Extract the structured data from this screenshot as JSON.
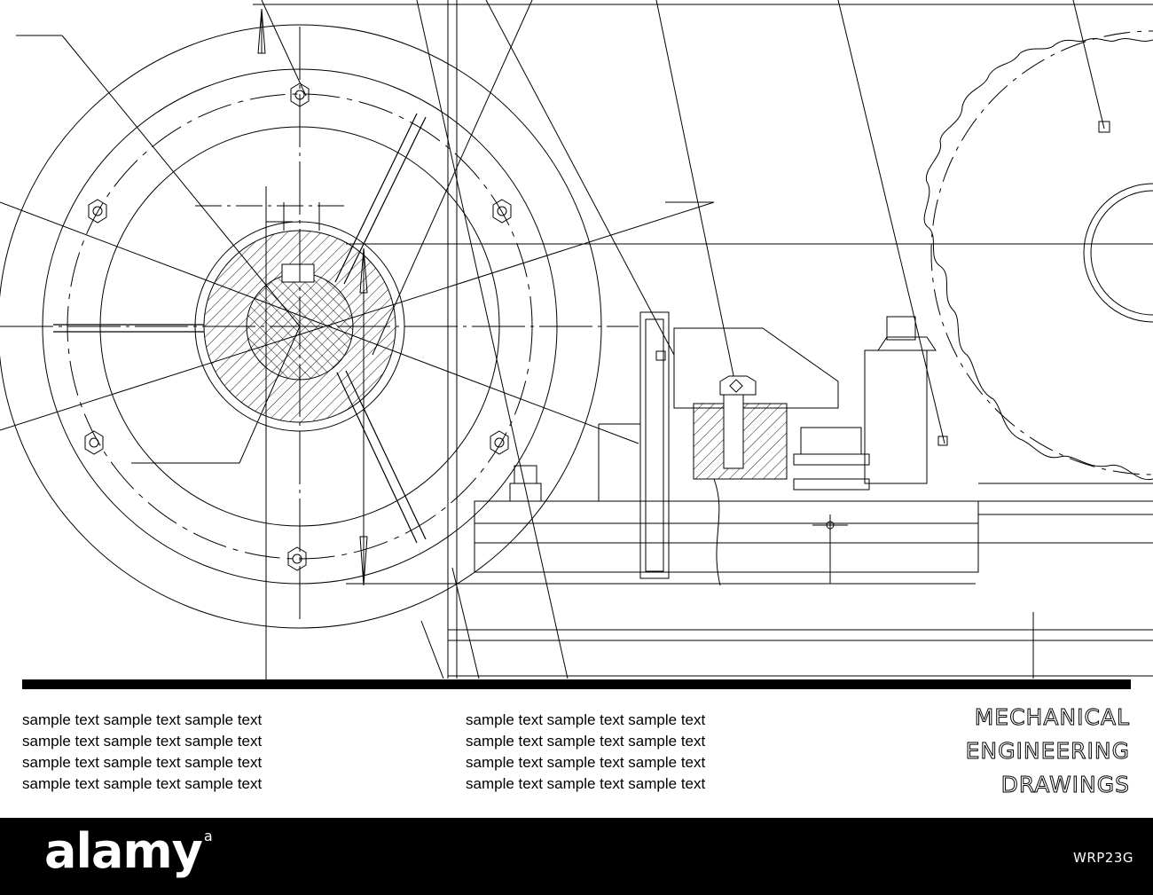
{
  "sample_text": {
    "left": [
      "sample text sample text sample text",
      "sample text sample text sample text",
      "sample text sample text sample text",
      "sample text sample text sample text"
    ],
    "right": [
      "sample text sample text sample text",
      "sample text sample text sample text",
      "sample text sample text sample text",
      "sample text sample text sample text"
    ]
  },
  "heading": {
    "line1": "MECHANICAL",
    "line2": "ENGINEERING",
    "line3": "DRAWINGS"
  },
  "footer": {
    "logo": "alamy",
    "logo_mark": "a",
    "image_id": "WRP23G"
  },
  "colors": {
    "background": "#ffffff",
    "ink": "#000000",
    "footer": "#000000"
  }
}
